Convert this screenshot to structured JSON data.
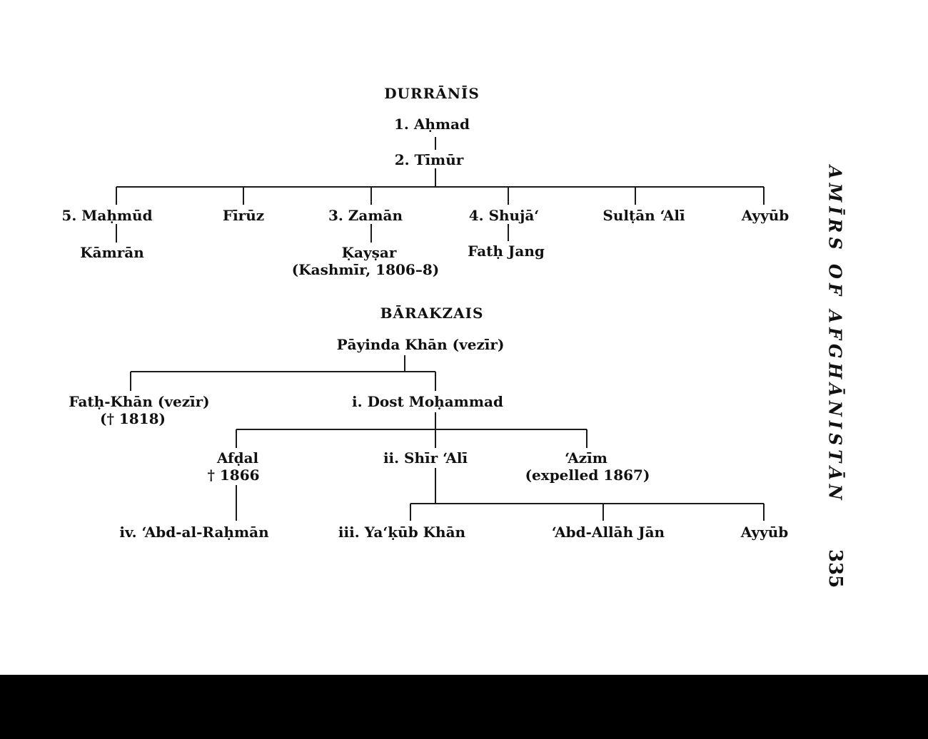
{
  "running_header": {
    "title": "AMĪRS OF AFGHĀNISTĀN",
    "page_number": "335"
  },
  "durranis": {
    "heading": "DURRĀNĪS",
    "ahmad": "1. Aḥmad",
    "timur": "2. Tīmūr",
    "mahmud": "5. Maḥmūd",
    "kamran": "Kāmrān",
    "firuz": "Fīrūz",
    "zaman": "3. Zamān",
    "kaysar": "Ḳayṣar",
    "kaysar_note": "(Kashmīr, 1806–8)",
    "shuja": "4. Shujā‘",
    "fath_jang": "Fatḥ Jang",
    "sultan_ali": "Sulṭān ‘Alī",
    "ayyub": "Ayyūb"
  },
  "barakzais": {
    "heading": "BĀRAKZAIS",
    "payinda": "Pāyinda Khān (vezīr)",
    "fath_khan": "Fatḥ-Khān (vezīr)",
    "fath_khan_note": "(† 1818)",
    "dost": "i. Dost Moḥammad",
    "afdal": "Afḍal",
    "afdal_note": "† 1866",
    "shir_ali": "ii. Shīr ‘Alī",
    "azim": "‘Azīm",
    "azim_note": "(expelled 1867)",
    "abd_rahman": "iv. ‘Abd-al-Raḥmān",
    "yakub": "iii. Ya‘ḳūb Khān",
    "abd_allah": "‘Abd-Allāh Jān",
    "ayyub": "Ayyūb"
  }
}
